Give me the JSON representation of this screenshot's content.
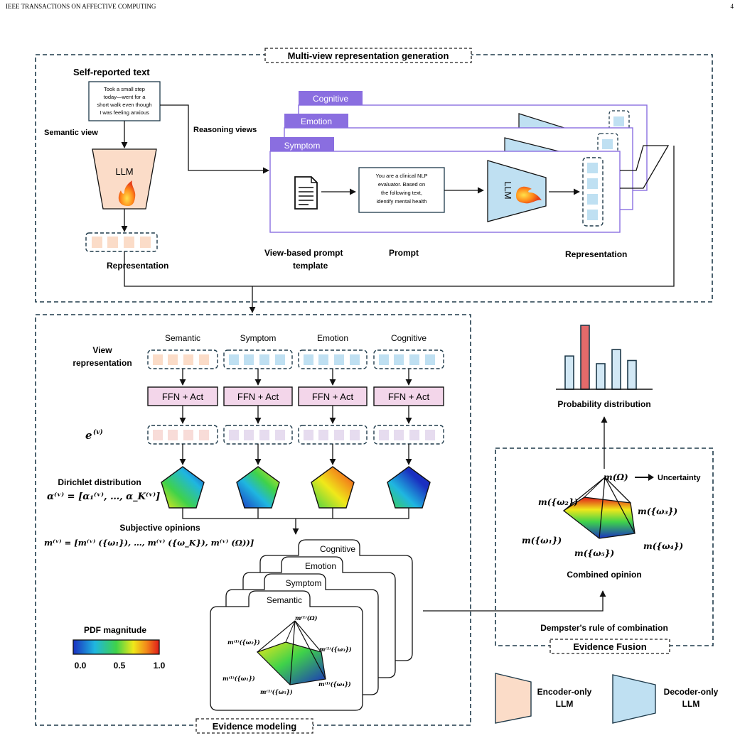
{
  "page_header": {
    "journal": "IEEE TRANSACTIONS ON AFFECTIVE COMPUTING",
    "page_number": "4"
  },
  "colors": {
    "dark_teal": "#1e3a4a",
    "purple": "#8a6ee0",
    "encoder_fill": "#fbdcc8",
    "decoder_fill": "#bfe0f2",
    "ffn_fill": "#f3d6ea",
    "bar_highlight": "#e46a6a",
    "bar_default": "#d2e8f5"
  },
  "icons": [
    "fire-icon",
    "document-icon",
    "arrow-right-icon"
  ],
  "sections": {
    "multiview_title": "Multi-view representation generation",
    "evidence_modeling_title": "Evidence modeling",
    "evidence_fusion_title": "Evidence Fusion"
  },
  "multiview": {
    "self_reported_label": "Self-reported text",
    "input_text_lines": [
      "Took a small step",
      "today—went for a",
      "short walk even though",
      "I was feeling anxious"
    ],
    "semantic_view_label": "Semantic view",
    "reasoning_views_label": "Reasoning views",
    "llm_label": "LLM",
    "representation_label_left": "Representation",
    "view_tabs": [
      "Cognitive",
      "Emotion",
      "Symptom"
    ],
    "prompt_box_lines": [
      "You are a clinical NLP",
      "evaluator. Based on",
      "the following text,",
      "identify mental health"
    ],
    "rotated_llm_label": "LLM",
    "template_label_lines": [
      "View-based prompt",
      "template"
    ],
    "prompt_label": "Prompt",
    "representation_label_right": "Representation"
  },
  "evidence_modeling": {
    "columns": [
      "Semantic",
      "Symptom",
      "Emotion",
      "Cognitive"
    ],
    "view_representation_lines": [
      "View",
      "representation"
    ],
    "ffn_label": "FFN + Act",
    "e_label": "e",
    "e_sup": "(v)",
    "dirichlet_label": "Dirichlet distribution",
    "alpha_formula": "α⁽ᵛ⁾ = [α₁⁽ᵛ⁾, …, α_K⁽ᵛ⁾]",
    "subjective_label": "Subjective opinions",
    "subjective_formula": "m⁽ᵛ⁾ = [m⁽ᵛ⁾ ({ω₁}), …, m⁽ᵛ⁾ ({ω_K}), m⁽ᵛ⁾ (Ω))]",
    "card_tabs": [
      "Cognitive",
      "Emotion",
      "Symptom",
      "Semantic"
    ],
    "pyramid_labels": {
      "apex": "m⁽¹⁾(Ω)",
      "w2": "m⁽¹⁾({ω₂})",
      "w3": "m⁽¹⁾({ω₃})",
      "w1": "m⁽¹⁾({ω₁})",
      "w4": "m⁽¹⁾({ω₄})",
      "w5": "m⁽¹⁾({ω₅})"
    },
    "pdf_title": "PDF magnitude",
    "pdf_ticks": [
      "0.0",
      "0.5",
      "1.0"
    ]
  },
  "evidence_fusion": {
    "apex_label": "m(Ω)",
    "uncertainty_label": "Uncertainty",
    "w2": "m({ω₂})",
    "w3": "m({ω₃})",
    "w1": "m({ω₁})",
    "w4": "m({ω₄})",
    "w5": "m({ω₅})",
    "combined_label": "Combined opinion",
    "dempster_label": "Dempster's rule of combination"
  },
  "probability": {
    "label": "Probability distribution",
    "values": [
      0.52,
      1.0,
      0.4,
      0.62,
      0.45
    ],
    "highlight_index": 1
  },
  "legend": {
    "encoder_lines": [
      "Encoder-only",
      "LLM"
    ],
    "decoder_lines": [
      "Decoder-only",
      "LLM"
    ]
  }
}
